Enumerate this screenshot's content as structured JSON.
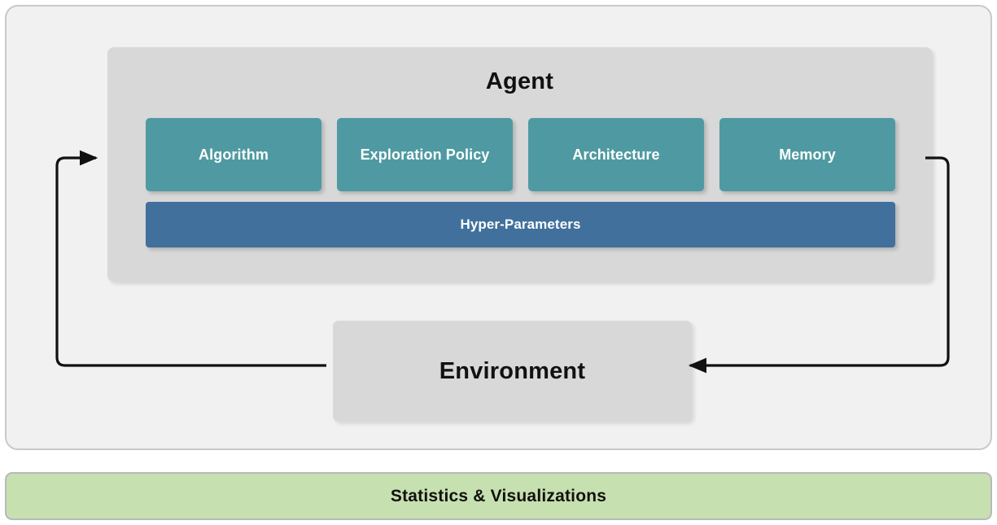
{
  "diagram": {
    "outer_panel": {
      "name": "reinforcement-learning-framework-panel",
      "background_color": "#f1f1f1",
      "border_color": "#c9c9c9"
    },
    "agent": {
      "title": "Agent",
      "background_color": "#d8d8d8",
      "components": [
        {
          "label": "Algorithm",
          "color": "#4f9aa2"
        },
        {
          "label": "Exploration Policy",
          "color": "#4f9aa2"
        },
        {
          "label": "Architecture",
          "color": "#4f9aa2"
        },
        {
          "label": "Memory",
          "color": "#4f9aa2"
        }
      ],
      "hyper_parameters": {
        "label": "Hyper-Parameters",
        "color": "#41709c"
      }
    },
    "environment": {
      "label": "Environment",
      "background_color": "#d8d8d8"
    },
    "statistics": {
      "label": "Statistics & Visualizations",
      "background_color": "#c6e0af",
      "border_color": "#b8b8bd"
    },
    "connectors": [
      {
        "name": "environment-to-agent",
        "from": "Environment",
        "to": "Agent",
        "direction": "left-loop-up",
        "arrowhead": "right",
        "color": "#111111"
      },
      {
        "name": "agent-to-environment",
        "from": "Agent",
        "to": "Environment",
        "direction": "right-loop-down",
        "arrowhead": "left",
        "color": "#111111"
      }
    ]
  }
}
